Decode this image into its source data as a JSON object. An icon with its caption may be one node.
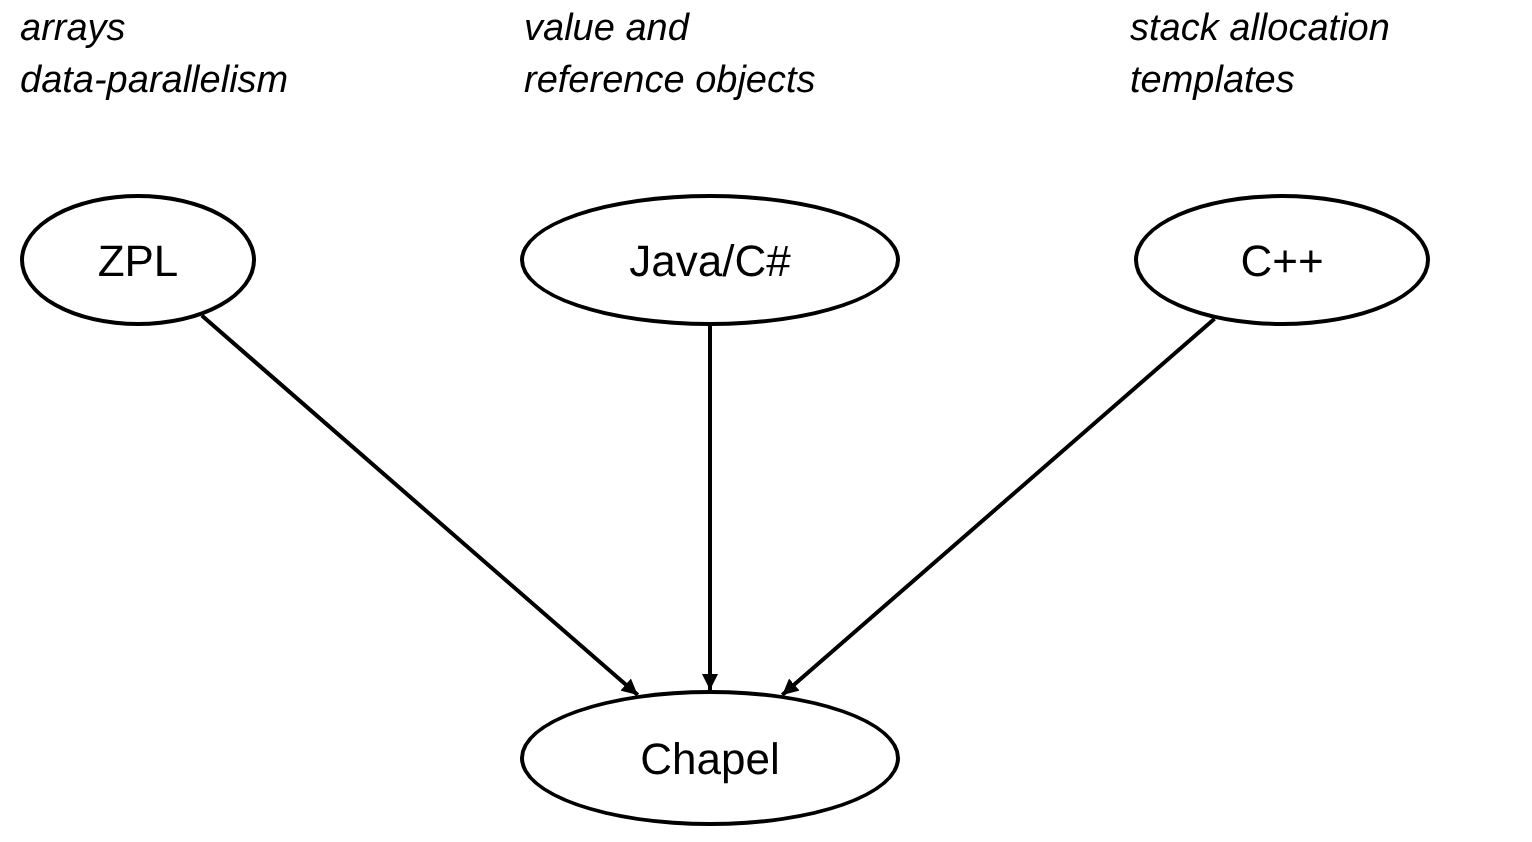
{
  "diagram": {
    "nodes": [
      {
        "text": [
          "ZPL"
        ],
        "beside": [
          "arrays data-parallelism"
        ]
      },
      {
        "text": [
          "Java/C#"
        ],
        "beside": [
          "value and reference objects"
        ]
      },
      {
        "text": [
          "C++"
        ],
        "beside": [
          "stack allocation templates"
        ]
      },
      {
        "text": [
          "Chapel"
        ]
      }
    ],
    "edges": [
      {
        "from": 0,
        "to": 3,
        "arrow": "to"
      },
      {
        "from": 1,
        "to": 3,
        "arrow": "to"
      },
      {
        "from": 2,
        "to": 3,
        "arrow": "to"
      }
    ]
  }
}
